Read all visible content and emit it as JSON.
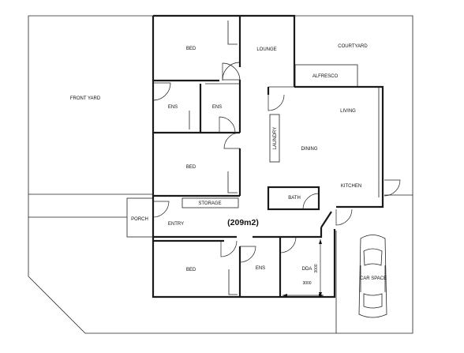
{
  "rooms": {
    "front_yard": "FRONT YARD",
    "courtyard": "COURTYARD",
    "alfresco": "ALFRESCO",
    "lounge": "LOUNGE",
    "bed_1": "BED",
    "ens_1": "ENS",
    "ens_2": "ENS",
    "bed_2": "BED",
    "storage": "STORAGE",
    "living": "LIVING",
    "dining": "DINING",
    "laundry": "LAUNDRY",
    "kitchen": "KITCHEN",
    "bath": "BATH",
    "porch": "PORCH",
    "entry": "ENTRY",
    "bed_3": "BED",
    "ens_3": "ENS",
    "dda": "DDA",
    "car_space": "CAR SPACE"
  },
  "total_area": "(209m2)",
  "dimensions": {
    "width": "3000",
    "height": "3000"
  }
}
